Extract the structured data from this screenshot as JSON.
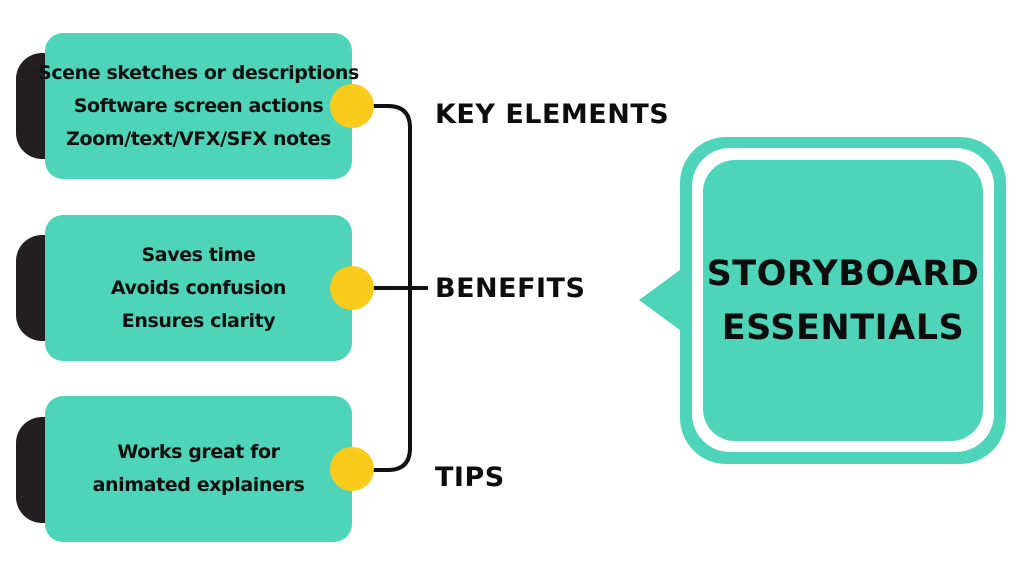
{
  "title": {
    "line1": "STORYBOARD",
    "line2": "ESSENTIALS"
  },
  "branches": [
    {
      "label": "KEY ELEMENTS",
      "lines": [
        "Scene sketches or descriptions",
        "Software screen actions",
        "Zoom/text/VFX/SFX notes"
      ]
    },
    {
      "label": "BENEFITS",
      "lines": [
        "Saves time",
        "Avoids confusion",
        "Ensures clarity"
      ]
    },
    {
      "label": "TIPS",
      "lines": [
        "Works great for",
        "animated explainers"
      ]
    }
  ],
  "colors": {
    "teal": "#4dd4b9",
    "dark": "#231f20",
    "yellow": "#f9cc1b",
    "text": "#0d0d0d"
  }
}
